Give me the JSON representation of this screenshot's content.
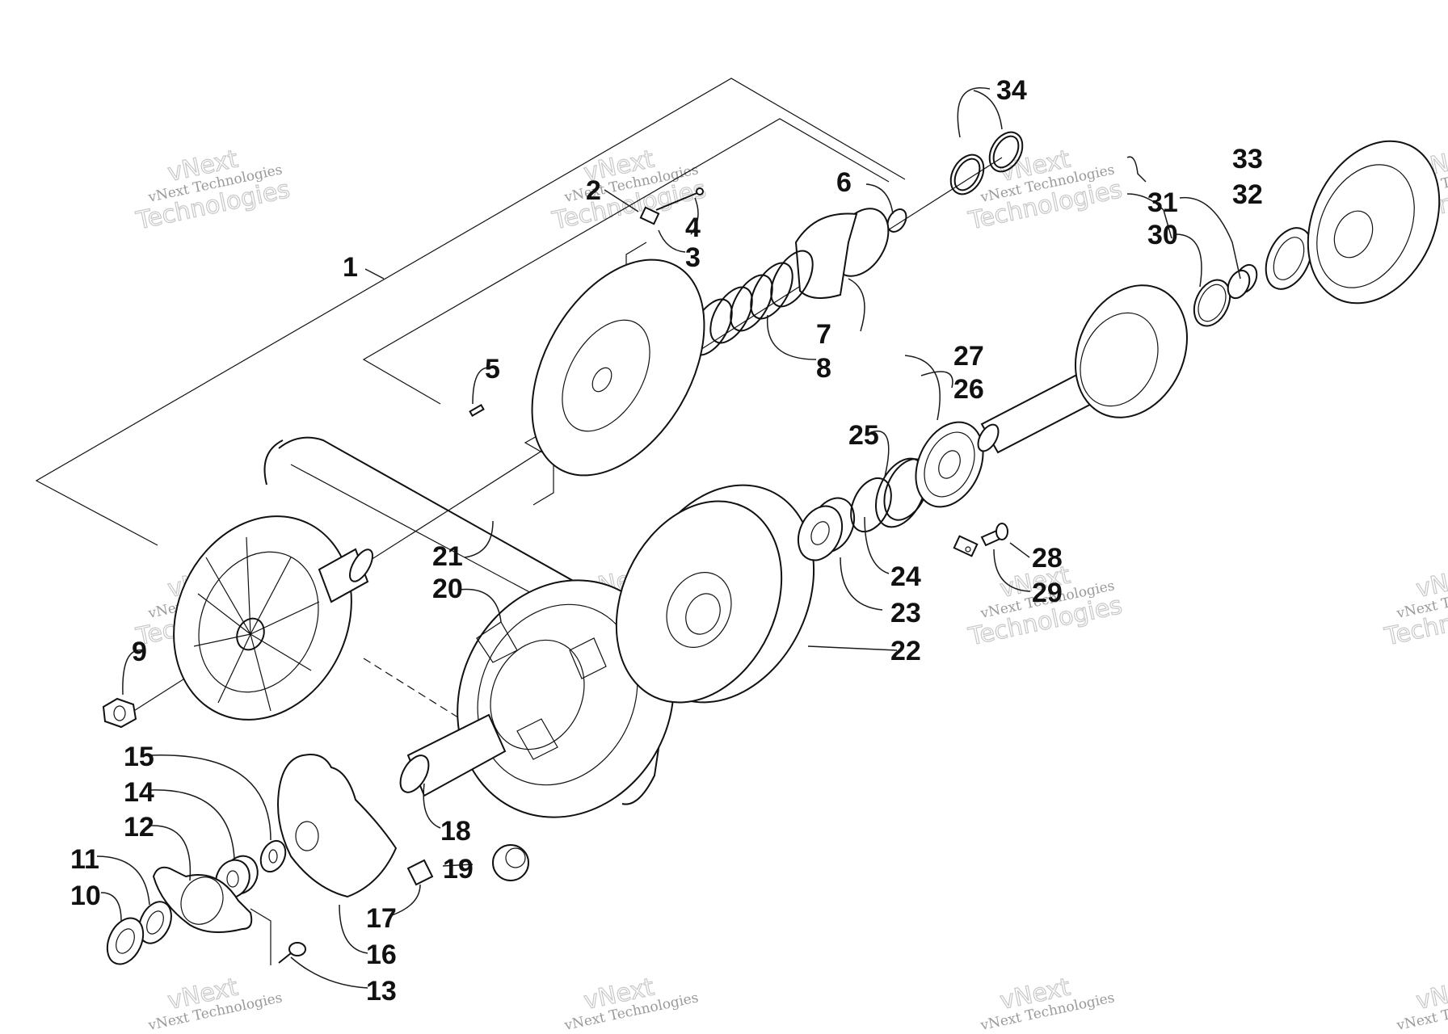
{
  "callouts": [
    "1",
    "2",
    "3",
    "4",
    "5",
    "6",
    "7",
    "8",
    "9",
    "10",
    "11",
    "12",
    "13",
    "14",
    "15",
    "16",
    "17",
    "18",
    "19",
    "20",
    "21",
    "22",
    "23",
    "24",
    "25",
    "26",
    "27",
    "28",
    "29",
    "30",
    "31",
    "32",
    "33",
    "34"
  ],
  "watermark": {
    "line1": "vNext",
    "line2": "vNext Technologies",
    "line3": "Technologies"
  },
  "colors": {
    "ink": "#111111",
    "watermark": "#c8c8c8",
    "background": "#ffffff"
  }
}
